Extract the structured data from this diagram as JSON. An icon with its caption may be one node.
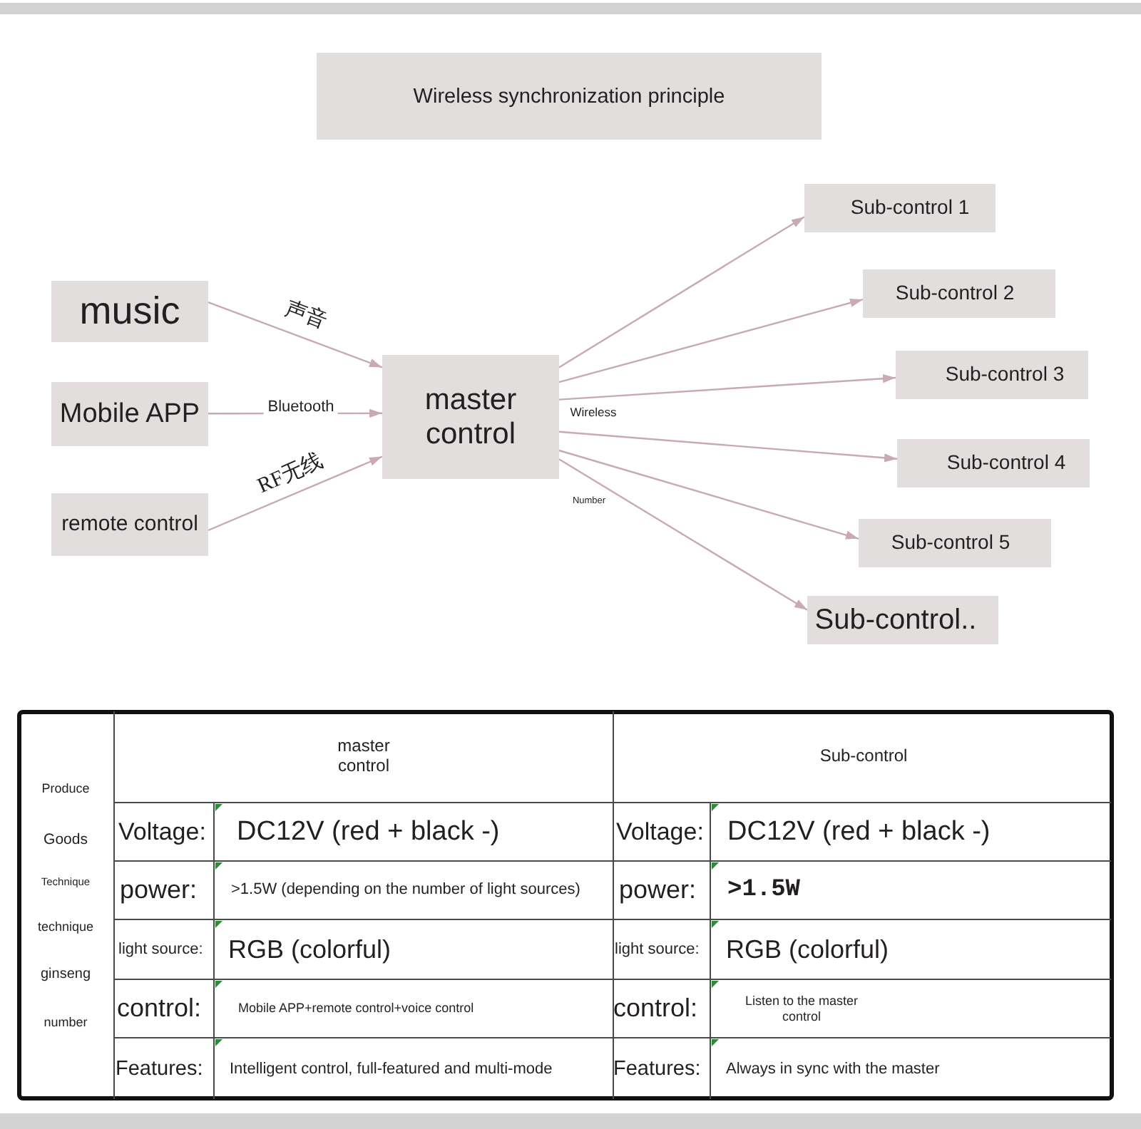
{
  "diagram": {
    "title": "Wireless synchronization principle",
    "nodes": [
      {
        "text": [
          "music"
        ]
      },
      {
        "text": [
          "Mobile APP"
        ]
      },
      {
        "text": [
          "remote control"
        ]
      },
      {
        "text": [
          "master control"
        ]
      },
      {
        "text": [
          "Sub-control 1"
        ]
      },
      {
        "text": [
          "Sub-control 2"
        ]
      },
      {
        "text": [
          "Sub-control 3"
        ]
      },
      {
        "text": [
          "Sub-control 4"
        ]
      },
      {
        "text": [
          "Sub-control 5"
        ]
      },
      {
        "text": [
          "Sub-control.."
        ]
      }
    ],
    "edges": [
      {
        "from": 0,
        "to": 3,
        "arrow": "to",
        "label": "声音"
      },
      {
        "from": 1,
        "to": 3,
        "arrow": "to",
        "label": "Bluetooth"
      },
      {
        "from": 2,
        "to": 3,
        "arrow": "to",
        "label": "RF无线"
      },
      {
        "from": 3,
        "to": 4,
        "arrow": "to"
      },
      {
        "from": 3,
        "to": 5,
        "arrow": "to"
      },
      {
        "from": 3,
        "to": 6,
        "arrow": "to"
      },
      {
        "from": 3,
        "to": 7,
        "arrow": "to"
      },
      {
        "from": 3,
        "to": 8,
        "arrow": "to"
      },
      {
        "from": 3,
        "to": 9,
        "arrow": "to"
      }
    ],
    "labels": [
      "Wireless",
      "Number",
      "Produce",
      "Goods",
      "Technique",
      "technique",
      "ginseng",
      "number",
      "master control",
      "Sub-control",
      "Voltage:",
      "DC12V (red + black -)",
      "Voltage:",
      "DC12V (red + black -)",
      "power:",
      ">1.5W (depending on the number of light sources)",
      "power:",
      ">1.5W",
      "light source:",
      "RGB (colorful)",
      "light source:",
      "RGB (colorful)",
      "control:",
      "Mobile APP+remote control+voice control",
      "control:",
      "Listen to the master control",
      "Features:",
      "Intelligent control, full-featured and multi-mode",
      "Features:",
      "Always in sync with the master"
    ]
  }
}
